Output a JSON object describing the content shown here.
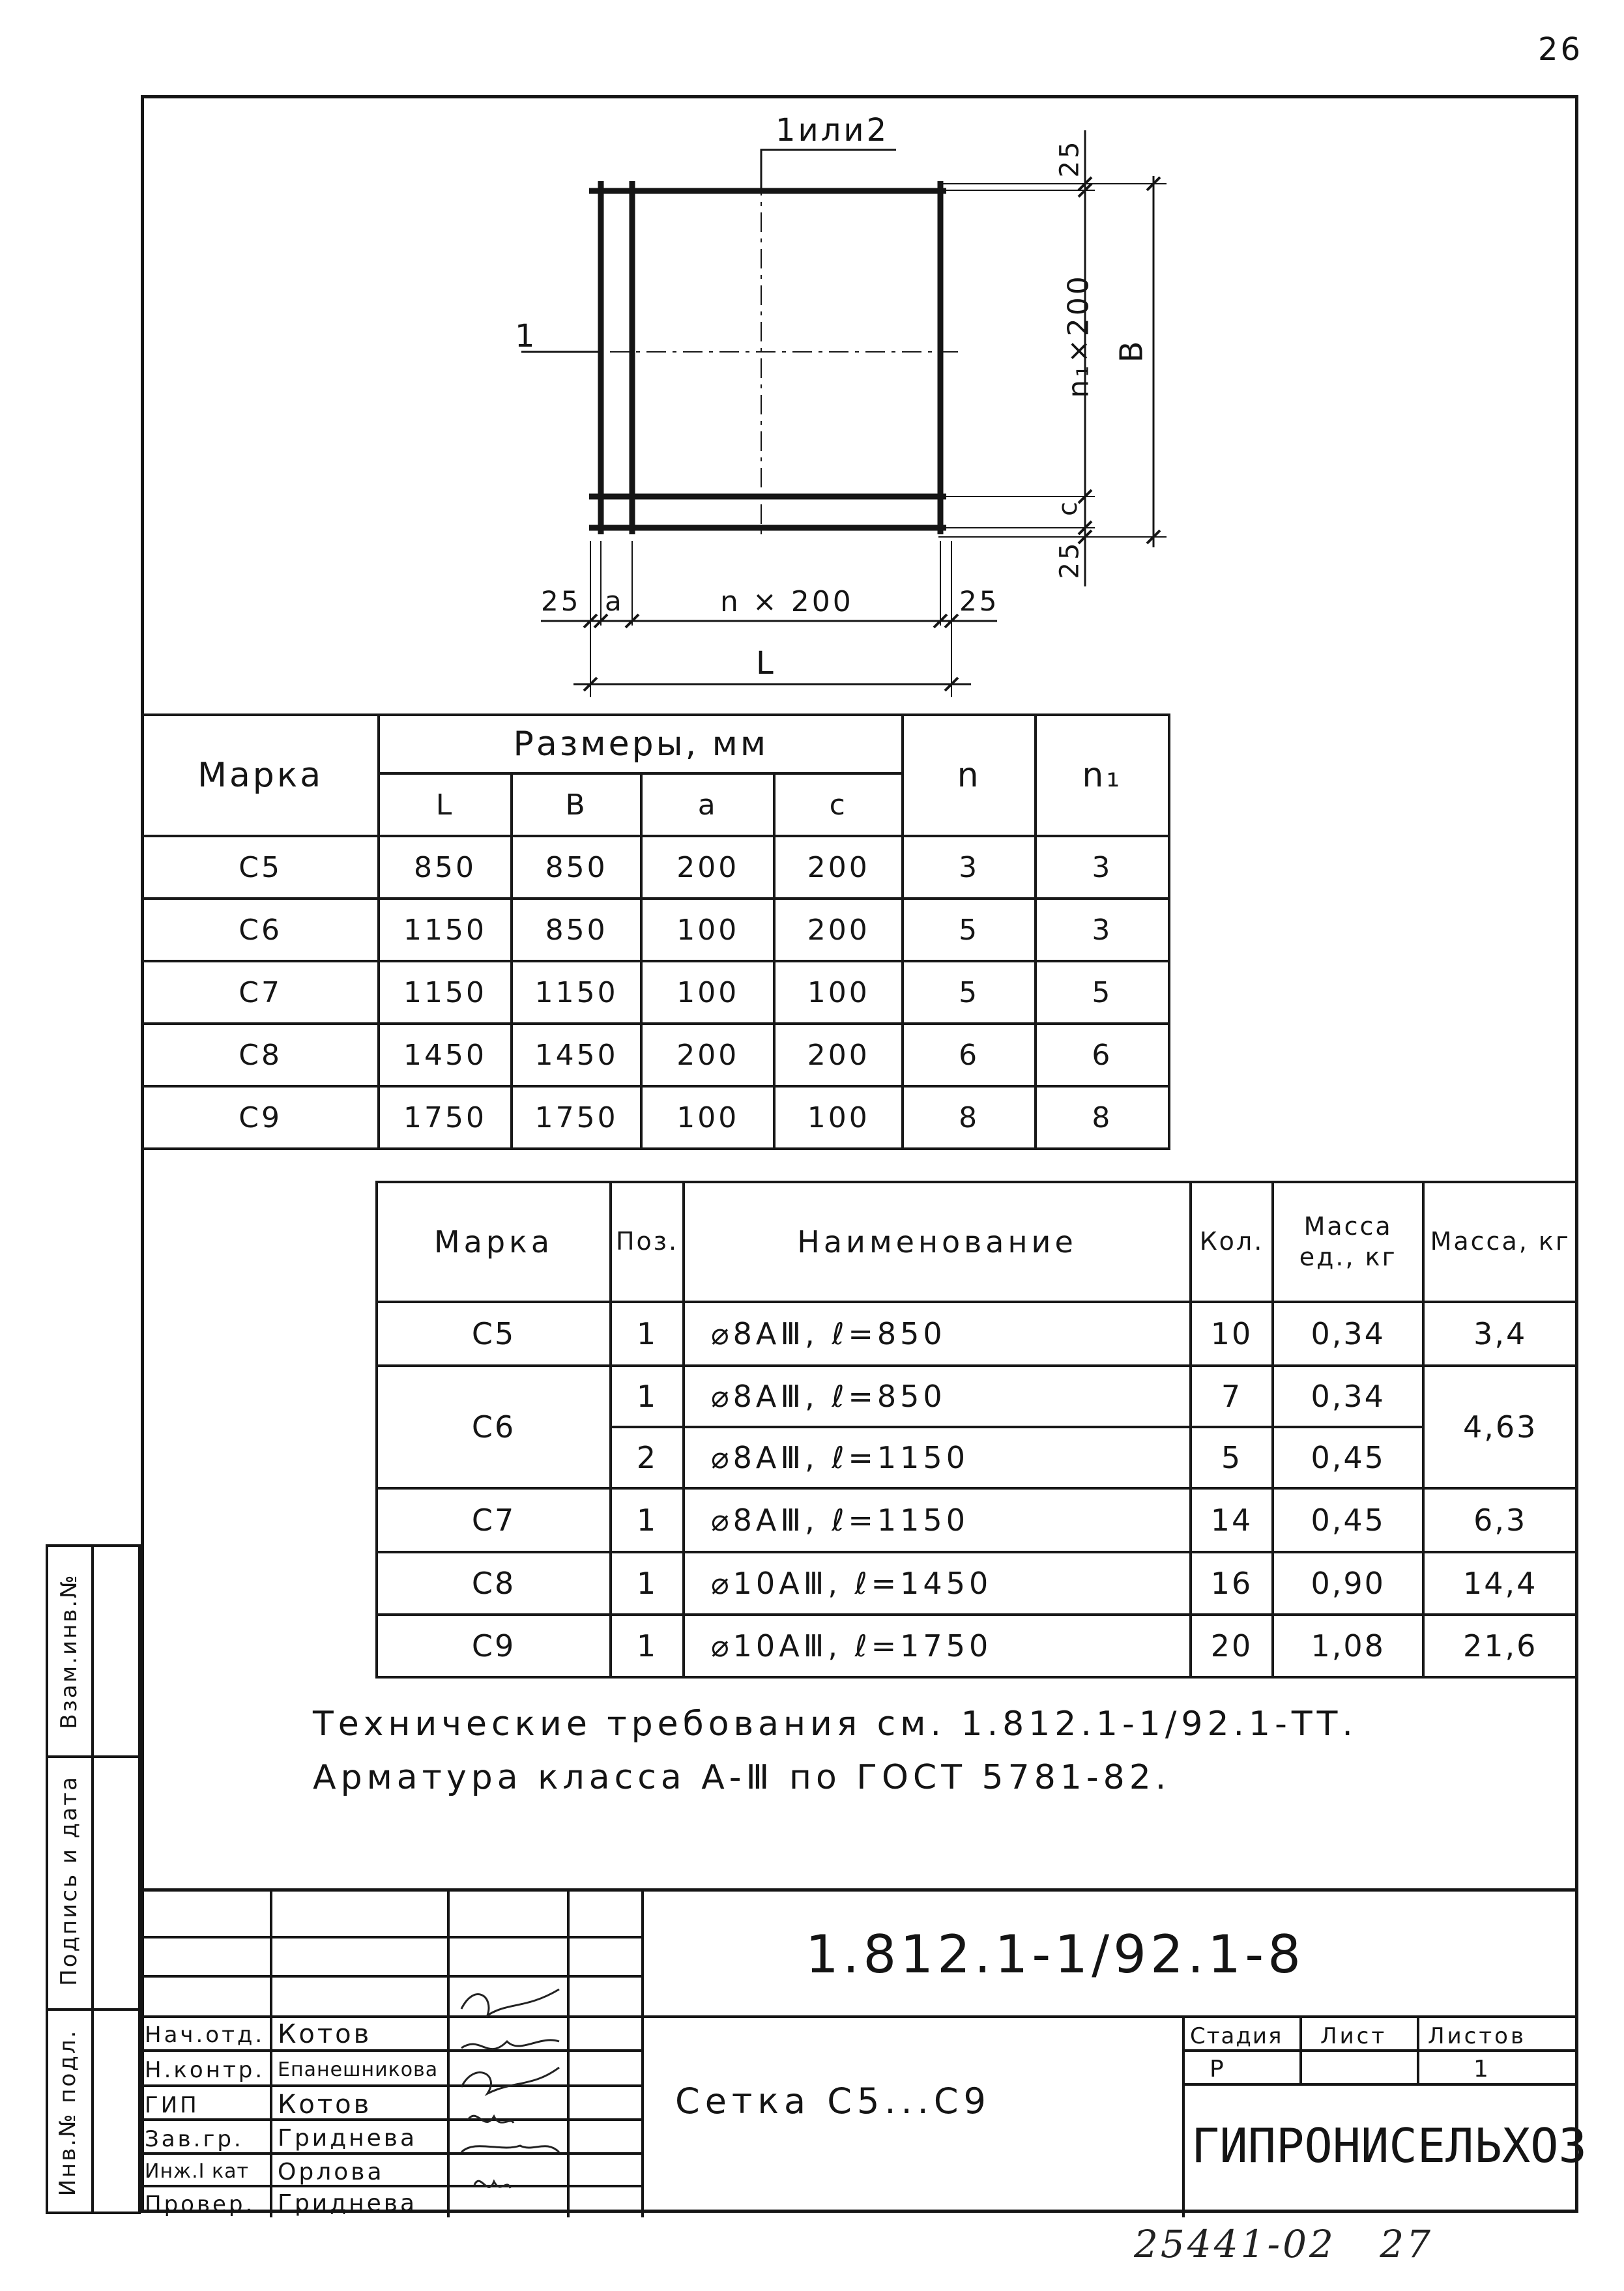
{
  "page_number": "26",
  "footer_number": "25441-02   27",
  "drawing": {
    "label_top": "1или2",
    "label_left": "1",
    "dim_25_top": "25",
    "dim_n1x200": "n₁×200",
    "dim_c": "c",
    "dim_25_bottom": "25",
    "dim_B": "B",
    "dim_25_left": "25",
    "dim_a": "a",
    "dim_nx200": "n × 200",
    "dim_25_right": "25",
    "dim_L": "L"
  },
  "sizes_table": {
    "header_marka": "Марка",
    "header_sizes": "Размеры, мм",
    "header_n": "n",
    "header_n1": "n₁",
    "sub_headers": [
      "L",
      "B",
      "a",
      "c"
    ],
    "rows": [
      {
        "marka": "С5",
        "L": "850",
        "B": "850",
        "a": "200",
        "c": "200",
        "n": "3",
        "n1": "3"
      },
      {
        "marka": "С6",
        "L": "1150",
        "B": "850",
        "a": "100",
        "c": "200",
        "n": "5",
        "n1": "3"
      },
      {
        "marka": "С7",
        "L": "1150",
        "B": "1150",
        "a": "100",
        "c": "100",
        "n": "5",
        "n1": "5"
      },
      {
        "marka": "С8",
        "L": "1450",
        "B": "1450",
        "a": "200",
        "c": "200",
        "n": "6",
        "n1": "6"
      },
      {
        "marka": "С9",
        "L": "1750",
        "B": "1750",
        "a": "100",
        "c": "100",
        "n": "8",
        "n1": "8"
      }
    ]
  },
  "spec_table": {
    "header_marka": "Марка",
    "header_pos": "Поз.",
    "header_name": "Наименование",
    "header_qty": "Кол.",
    "header_mass_unit": "Масса ед., кг",
    "header_mass": "Масса, кг",
    "rows": [
      {
        "marka": "С5",
        "pos": "1",
        "name": "⌀8АⅢ, ℓ=850",
        "qty": "10",
        "mass_unit": "0,34",
        "mass": "3,4"
      },
      {
        "marka": "С6",
        "pos": "1",
        "name": "⌀8АⅢ, ℓ=850",
        "qty": "7",
        "mass_unit": "0,34",
        "mass": "4,63"
      },
      {
        "marka": "",
        "pos": "2",
        "name": "⌀8АⅢ, ℓ=1150",
        "qty": "5",
        "mass_unit": "0,45",
        "mass": ""
      },
      {
        "marka": "С7",
        "pos": "1",
        "name": "⌀8АⅢ, ℓ=1150",
        "qty": "14",
        "mass_unit": "0,45",
        "mass": "6,3"
      },
      {
        "marka": "С8",
        "pos": "1",
        "name": "⌀10АⅢ, ℓ=1450",
        "qty": "16",
        "mass_unit": "0,90",
        "mass": "14,4"
      },
      {
        "marka": "С9",
        "pos": "1",
        "name": "⌀10АⅢ, ℓ=1750",
        "qty": "20",
        "mass_unit": "1,08",
        "mass": "21,6"
      }
    ]
  },
  "notes": [
    "Технические требования см. 1.812.1-1/92.1-ТТ.",
    "Арматура класса А-Ⅲ по ГОСТ 5781-82."
  ],
  "side_labels": {
    "vzam": "Взам.инв.№",
    "podpis": "Подпись и дата",
    "inv": "Инв.№ подл."
  },
  "title_block": {
    "code": "1.812.1-1/92.1-8",
    "title": "Сетка С5...С9",
    "org": "ГИПРОНИСЕЛЬХОЗ",
    "stage_header": "Стадия",
    "sheet_header": "Лист",
    "sheets_header": "Листов",
    "stage": "Р",
    "sheet": "",
    "sheets": "1",
    "staff": [
      {
        "role": "Нач.отд.",
        "name": "Котов"
      },
      {
        "role": "Н.контр.",
        "name": "Епанешникова"
      },
      {
        "role": "ГИП",
        "name": "Котов"
      },
      {
        "role": "Зав.гр.",
        "name": "Гриднева"
      },
      {
        "role": "Инж.I кат",
        "name": "Орлова"
      },
      {
        "role": "Провер.",
        "name": "Гриднева"
      }
    ]
  }
}
